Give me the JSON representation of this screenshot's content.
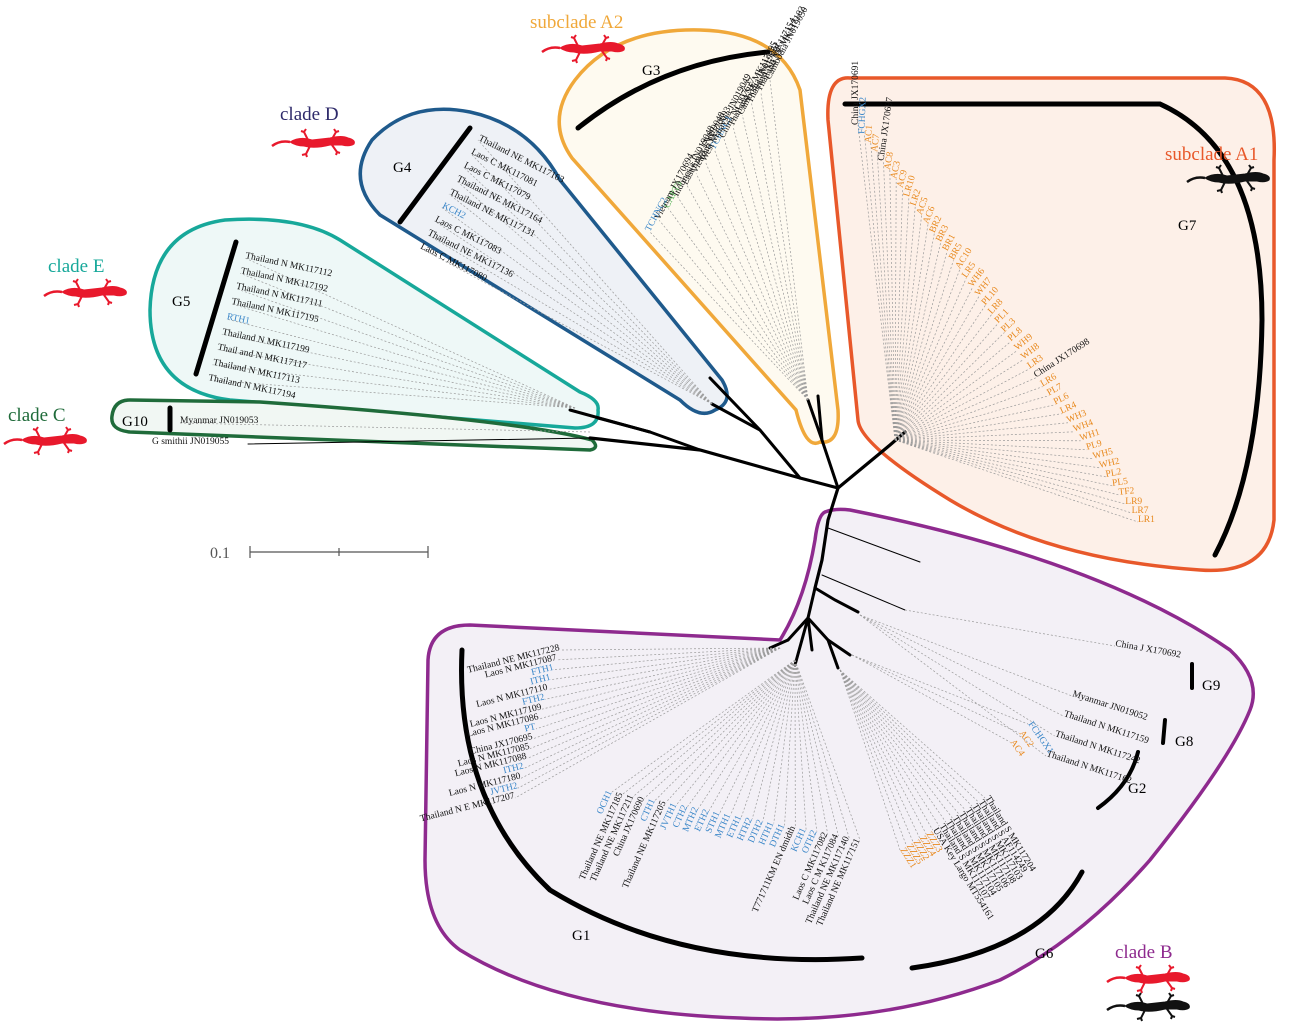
{
  "scale_bar": {
    "label": "0.1"
  },
  "colors": {
    "cladeA1": "#e8582a",
    "cladeA2": "#f0a83a",
    "cladeD": "#1f5a8c",
    "cladeE": "#17a89a",
    "cladeC": "#1f6b3a",
    "cladeB": "#8e2a8e",
    "blue_leaf": "#3a86c8",
    "orange_leaf": "#e8891e",
    "green_leaf": "#4caf50",
    "gecko_red": "#e8192c"
  },
  "clades": [
    {
      "id": "A1",
      "label": "subclade A1",
      "icons": [
        "gecko-black"
      ]
    },
    {
      "id": "A2",
      "label": "subclade A2",
      "icons": [
        "gecko-red"
      ]
    },
    {
      "id": "D",
      "label": "clade D",
      "icons": [
        "gecko-red"
      ]
    },
    {
      "id": "E",
      "label": "clade E",
      "icons": [
        "gecko-red"
      ]
    },
    {
      "id": "C",
      "label": "clade C",
      "icons": [
        "gecko-red"
      ]
    },
    {
      "id": "B",
      "label": "clade B",
      "icons": [
        "gecko-red",
        "gecko-black"
      ]
    }
  ],
  "groups": [
    "G1",
    "G2",
    "G3",
    "G4",
    "G5",
    "G6",
    "G7",
    "G8",
    "G9",
    "G10"
  ],
  "leaves": {
    "G3": [
      {
        "t": "Cambodia JN019050",
        "c": "black"
      },
      {
        "t": "Thailand NE MK117102",
        "c": "black"
      },
      {
        "t": "Thailand NE MK117154",
        "c": "black"
      },
      {
        "t": "Cambodia JN019051",
        "c": "black"
      },
      {
        "t": "Thailand NE MK117095",
        "c": "black"
      },
      {
        "t": "China NC007627",
        "c": "black"
      },
      {
        "t": "TCHNC1",
        "c": "blue"
      },
      {
        "t": "West Malaysia JN019049",
        "c": "black"
      },
      {
        "t": "Vietnam JX170693",
        "c": "black"
      },
      {
        "t": "East timor JN019048",
        "c": "black"
      },
      {
        "t": "Indonesia JN019048",
        "c": "black"
      },
      {
        "t": "CAPT3",
        "c": "green"
      },
      {
        "t": "Vietnam JX170694",
        "c": "black"
      },
      {
        "t": "TCHNC2",
        "c": "blue"
      }
    ],
    "G4": [
      {
        "t": "Thailand NE MK117163",
        "c": "black"
      },
      {
        "t": "Laos C MK117081",
        "c": "black"
      },
      {
        "t": "Laos C MK117079",
        "c": "black"
      },
      {
        "t": "Thailand NE MK117164",
        "c": "black"
      },
      {
        "t": "Thailand NE MK117131",
        "c": "black"
      },
      {
        "t": "KCH2",
        "c": "blue"
      },
      {
        "t": "Laos C MK117083",
        "c": "black"
      },
      {
        "t": "Thailand NE MK117136",
        "c": "black"
      },
      {
        "t": "Laos C MK117080",
        "c": "black"
      }
    ],
    "G5": [
      {
        "t": "Thailand N MK117112",
        "c": "black"
      },
      {
        "t": "Thailand N MK117192",
        "c": "black"
      },
      {
        "t": "Thailand N MK117111",
        "c": "black"
      },
      {
        "t": "Thailand N MK117195",
        "c": "black"
      },
      {
        "t": "RTH1",
        "c": "blue"
      },
      {
        "t": "Thailand N MK117199",
        "c": "black"
      },
      {
        "t": "Thail and N MK117117",
        "c": "black"
      },
      {
        "t": "Thailand N MK117113",
        "c": "black"
      },
      {
        "t": "Thailand N MK117194",
        "c": "black"
      }
    ],
    "G10": [
      {
        "t": "Myanmar JN019053",
        "c": "black"
      }
    ],
    "outgroup": [
      {
        "t": "G smithii JN019055",
        "c": "black"
      }
    ],
    "G7": [
      {
        "t": "China JX170691",
        "c": "black"
      },
      {
        "t": "FCHGX2",
        "c": "blue"
      },
      {
        "t": "AC1",
        "c": "orange"
      },
      {
        "t": "AC7",
        "c": "orange"
      },
      {
        "t": "China JX170697",
        "c": "black"
      },
      {
        "t": "AC8",
        "c": "orange"
      },
      {
        "t": "AC3",
        "c": "orange"
      },
      {
        "t": "AC9",
        "c": "orange"
      },
      {
        "t": "LR10",
        "c": "orange"
      },
      {
        "t": "LR2",
        "c": "orange"
      },
      {
        "t": "AC5",
        "c": "orange"
      },
      {
        "t": "AC6",
        "c": "orange"
      },
      {
        "t": "BR2",
        "c": "orange"
      },
      {
        "t": "BR3",
        "c": "orange"
      },
      {
        "t": "BR1",
        "c": "orange"
      },
      {
        "t": "BR5",
        "c": "orange"
      },
      {
        "t": "AC10",
        "c": "orange"
      },
      {
        "t": "LR5",
        "c": "orange"
      },
      {
        "t": "WH6",
        "c": "orange"
      },
      {
        "t": "WH7",
        "c": "orange"
      },
      {
        "t": "PL10",
        "c": "orange"
      },
      {
        "t": "LR8",
        "c": "orange"
      },
      {
        "t": "PL1",
        "c": "orange"
      },
      {
        "t": "PL3",
        "c": "orange"
      },
      {
        "t": "PL8",
        "c": "orange"
      },
      {
        "t": "WH9",
        "c": "orange"
      },
      {
        "t": "WH8",
        "c": "orange"
      },
      {
        "t": "LR3",
        "c": "orange"
      },
      {
        "t": "China JX170698",
        "c": "black"
      },
      {
        "t": "LR6",
        "c": "orange"
      },
      {
        "t": "PL7",
        "c": "orange"
      },
      {
        "t": "PL6",
        "c": "orange"
      },
      {
        "t": "LR4",
        "c": "orange"
      },
      {
        "t": "WH3",
        "c": "orange"
      },
      {
        "t": "WH4",
        "c": "orange"
      },
      {
        "t": "WH1",
        "c": "orange"
      },
      {
        "t": "PL9",
        "c": "orange"
      },
      {
        "t": "WH5",
        "c": "orange"
      },
      {
        "t": "WH2",
        "c": "orange"
      },
      {
        "t": "PL2",
        "c": "orange"
      },
      {
        "t": "PL5",
        "c": "orange"
      },
      {
        "t": "TF2",
        "c": "orange"
      },
      {
        "t": "LR9",
        "c": "orange"
      },
      {
        "t": "LR7",
        "c": "orange"
      },
      {
        "t": "LR1",
        "c": "orange"
      }
    ],
    "G9": [
      {
        "t": "China J X170692",
        "c": "black"
      }
    ],
    "G8": [
      {
        "t": "Myanmar JN019052",
        "c": "black"
      },
      {
        "t": "Thailand N MK117159",
        "c": "black"
      },
      {
        "t": "Thailand N MK117242",
        "c": "black"
      },
      {
        "t": "Thailand N MK117162",
        "c": "black"
      }
    ],
    "G2": [
      {
        "t": "FCHGX1",
        "c": "blue"
      },
      {
        "t": "AC2",
        "c": "orange"
      },
      {
        "t": "AC4",
        "c": "orange"
      }
    ],
    "G6": [
      {
        "t": "Thailand S MK117204",
        "c": "black"
      },
      {
        "t": "Thailand S AF114249",
        "c": "black"
      },
      {
        "t": "Thailand S MK117103",
        "c": "black"
      },
      {
        "t": "Thailand S MK117108",
        "c": "black"
      },
      {
        "t": "Thailand S MK117106",
        "c": "black"
      },
      {
        "t": "Thailand S MK117105",
        "c": "black"
      },
      {
        "t": "Thailand S MK117104",
        "c": "black"
      },
      {
        "t": "Thailand S MK117107",
        "c": "black"
      },
      {
        "t": "USA Key Largo MT554161",
        "c": "black"
      },
      {
        "t": "ZZZ3",
        "c": "orange"
      },
      {
        "t": "ZZZ4",
        "c": "orange"
      },
      {
        "t": "ZZZ2",
        "c": "orange"
      },
      {
        "t": "ZZZ5",
        "c": "orange"
      },
      {
        "t": "ZZZ1",
        "c": "orange"
      }
    ],
    "G1_left": [
      {
        "t": "Thailand NE MK117228",
        "c": "black"
      },
      {
        "t": "Laos N MK117087",
        "c": "black"
      },
      {
        "t": "FTH1",
        "c": "blue"
      },
      {
        "t": "ITH1",
        "c": "blue"
      },
      {
        "t": "Laos N MK117110",
        "c": "black"
      },
      {
        "t": "FTH2",
        "c": "blue"
      },
      {
        "t": "Laos N MK117109",
        "c": "black"
      },
      {
        "t": "Laos N MK117086",
        "c": "black"
      },
      {
        "t": "PT",
        "c": "blue"
      },
      {
        "t": "China JX170695",
        "c": "black"
      },
      {
        "t": "Laos N MK117085",
        "c": "black"
      },
      {
        "t": "Laos N MK117088",
        "c": "black"
      },
      {
        "t": "ITH2",
        "c": "blue"
      },
      {
        "t": "Laos N MK117180",
        "c": "black"
      },
      {
        "t": "JVTH2",
        "c": "blue"
      },
      {
        "t": "Thailand N E MK117207",
        "c": "black"
      }
    ],
    "G1_bottom": [
      {
        "t": "OCH1",
        "c": "blue"
      },
      {
        "t": "Thailand NE MK117185",
        "c": "black"
      },
      {
        "t": "Thailand NE MK117211",
        "c": "black"
      },
      {
        "t": "China JX170690",
        "c": "black"
      },
      {
        "t": "CTH1",
        "c": "blue"
      },
      {
        "t": "Thailand NE MK117205",
        "c": "black"
      },
      {
        "t": "JVTH1",
        "c": "blue"
      },
      {
        "t": "CTH2",
        "c": "blue"
      },
      {
        "t": "MTH2",
        "c": "blue"
      },
      {
        "t": "ETH2",
        "c": "blue"
      },
      {
        "t": "STH1",
        "c": "blue"
      },
      {
        "t": "MTH1",
        "c": "blue"
      },
      {
        "t": "ETH1",
        "c": "blue"
      },
      {
        "t": "HTH2",
        "c": "blue"
      },
      {
        "t": "DTH2",
        "c": "blue"
      },
      {
        "t": "HTH1",
        "c": "blue"
      },
      {
        "t": "DTH1",
        "c": "blue"
      },
      {
        "t": "T771711KM EN dmidth",
        "c": "black"
      },
      {
        "t": "KCH1",
        "c": "blue"
      },
      {
        "t": "OTH2",
        "c": "blue"
      },
      {
        "t": "Laos C MK117082",
        "c": "black"
      },
      {
        "t": "Laos C M K117084",
        "c": "black"
      },
      {
        "t": "Thailand NE MK117140",
        "c": "black"
      },
      {
        "t": "Thailand NE MK117151",
        "c": "black"
      }
    ]
  }
}
